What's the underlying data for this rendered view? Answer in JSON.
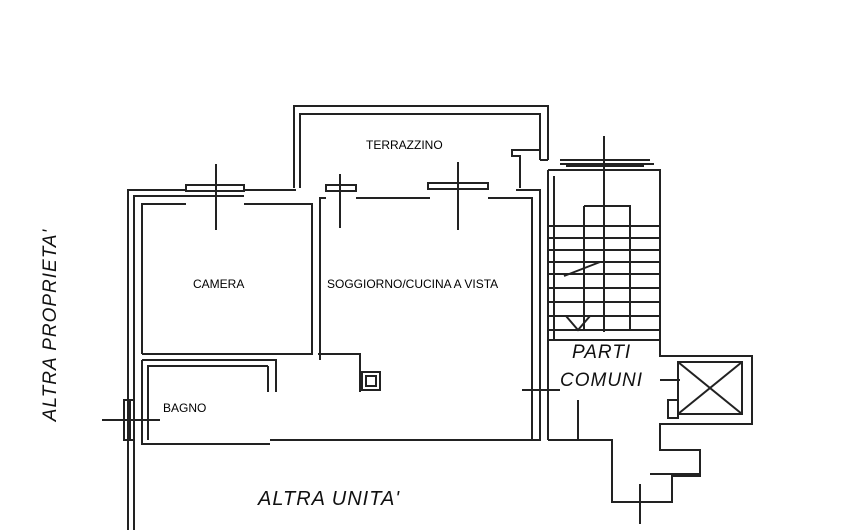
{
  "rooms": {
    "terrazzino": "TERRAZZINO",
    "camera": "CAMERA",
    "soggiorno": "SOGGIORNO/CUCINA A VISTA",
    "bagno": "BAGNO"
  },
  "annotations": {
    "altra_proprieta": "ALTRA PROPRIETA'",
    "altra_unita": "ALTRA UNITA'",
    "parti": "PARTI",
    "comuni": "COMUNI"
  },
  "colors": {
    "line": "#222222",
    "background": "#ffffff"
  }
}
